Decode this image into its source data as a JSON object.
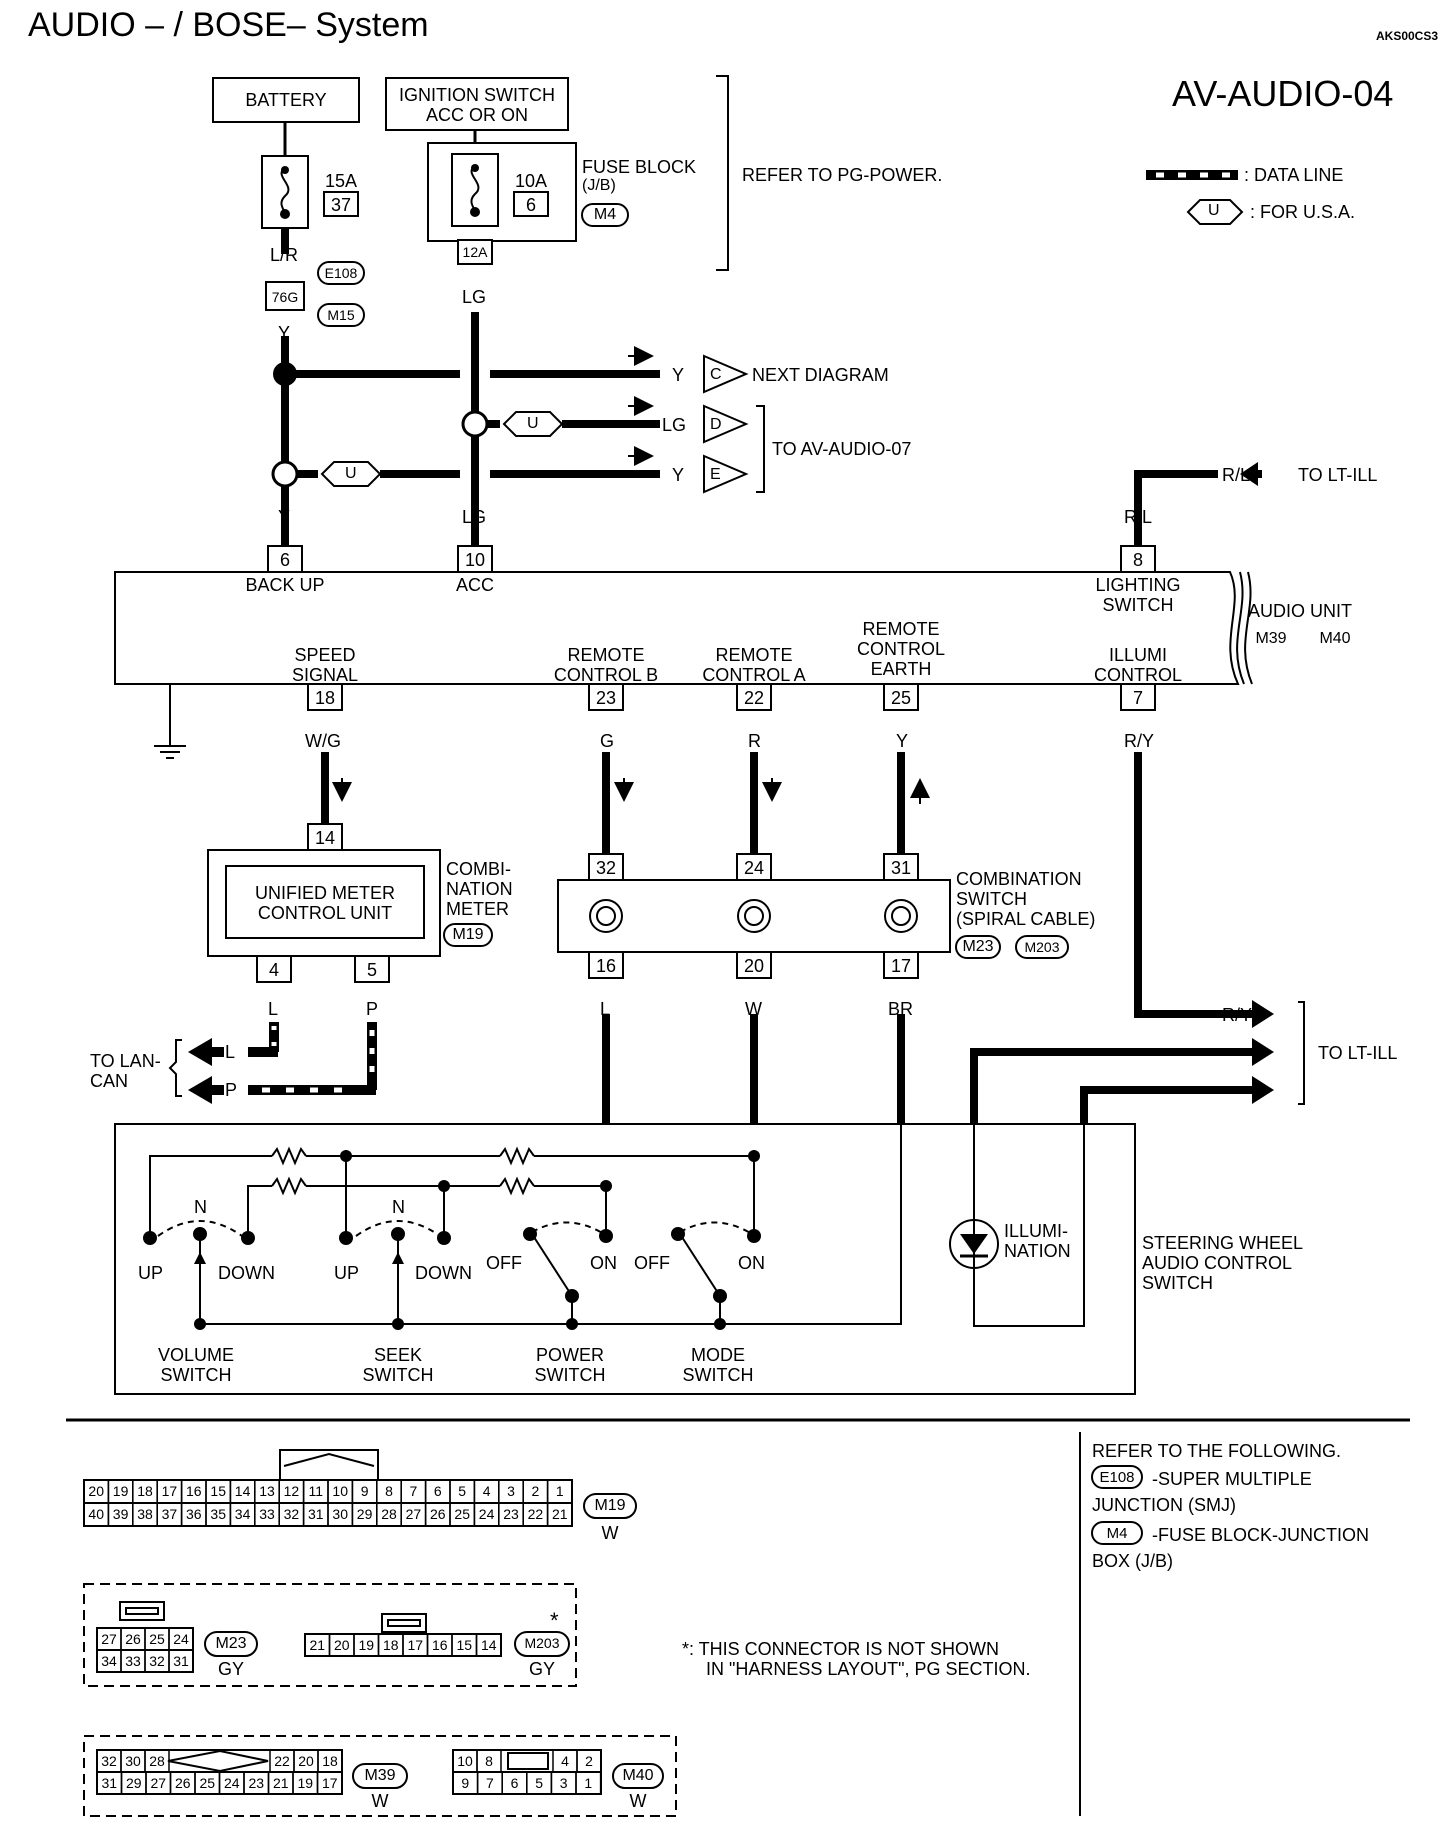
{
  "header": {
    "title": "AUDIO – / BOSE– System",
    "doc_code": "AKS00CS3",
    "diagram_id": "AV-AUDIO-04"
  },
  "legend": {
    "data_line": ": DATA LINE",
    "usa_symbol": "U",
    "usa_text": ": FOR U.S.A."
  },
  "power": {
    "battery": "BATTERY",
    "ignition_line1": "IGNITION SWITCH",
    "ignition_line2": "ACC OR ON",
    "fuse1_amp": "15A",
    "fuse1_num": "37",
    "fuse2_amp": "10A",
    "fuse2_num": "6",
    "fuse_block_line1": "FUSE BLOCK",
    "fuse_block_line2": "(J/B)",
    "fuse_block_conn": "M4",
    "refer_pg": "REFER TO PG-POWER.",
    "conn_12a": "12A",
    "conn_76g": "76G",
    "conn_e108": "E108",
    "conn_m15": "M15"
  },
  "wires": {
    "lr": "L/R",
    "y": "Y",
    "lg": "LG",
    "rl": "R/L",
    "ry": "R/Y",
    "wg": "W/G",
    "g": "G",
    "r": "R",
    "l": "L",
    "p": "P",
    "w": "W",
    "br": "BR"
  },
  "connectors_out": {
    "c": "C",
    "d": "D",
    "e": "E",
    "u": "U",
    "next_diagram": "NEXT DIAGRAM",
    "to_av_audio_07": "TO AV-AUDIO-07",
    "to_lt_ill": "TO LT-ILL",
    "to_lan_line1": "TO LAN-",
    "to_lan_line2": "CAN"
  },
  "audio_unit": {
    "name": "AUDIO UNIT",
    "conn1": "M39",
    "conn2": "M40",
    "pins_top": [
      {
        "num": "6",
        "label": "BACK UP"
      },
      {
        "num": "10",
        "label": "ACC"
      },
      {
        "num": "8",
        "label1": "LIGHTING",
        "label2": "SWITCH"
      }
    ],
    "pins_bottom": [
      {
        "num": "18",
        "label1": "SPEED",
        "label2": "SIGNAL"
      },
      {
        "num": "23",
        "label1": "REMOTE",
        "label2": "CONTROL B"
      },
      {
        "num": "22",
        "label1": "REMOTE",
        "label2": "CONTROL A"
      },
      {
        "num": "25",
        "label1": "REMOTE",
        "label2": "CONTROL",
        "label3": "EARTH"
      },
      {
        "num": "7",
        "label1": "ILLUMI",
        "label2": "CONTROL"
      }
    ]
  },
  "meter": {
    "inner_line1": "UNIFIED METER",
    "inner_line2": "CONTROL UNIT",
    "name_line1": "COMBI-",
    "name_line2": "NATION",
    "name_line3": "METER",
    "conn": "M19",
    "pin_in": "14",
    "pin_l": "4",
    "pin_p": "5"
  },
  "combo_switch": {
    "name_line1": "COMBINATION",
    "name_line2": "SWITCH",
    "name_line3": "(SPIRAL CABLE)",
    "conn1": "M23",
    "conn2": "M203",
    "pins_top": [
      "32",
      "24",
      "31"
    ],
    "pins_bottom": [
      "16",
      "20",
      "17"
    ]
  },
  "steering": {
    "name_line1": "STEERING WHEEL",
    "name_line2": "AUDIO CONTROL",
    "name_line3": "SWITCH",
    "n": "N",
    "up": "UP",
    "down": "DOWN",
    "off": "OFF",
    "on": "ON",
    "illumi_line1": "ILLUMI-",
    "illumi_line2": "NATION",
    "volume_line1": "VOLUME",
    "volume_line2": "SWITCH",
    "seek_line1": "SEEK",
    "seek_line2": "SWITCH",
    "power_line1": "POWER",
    "power_line2": "SWITCH",
    "mode_line1": "MODE",
    "mode_line2": "SWITCH"
  },
  "refer": {
    "title": "REFER TO THE FOLLOWING.",
    "e108_conn": "E108",
    "e108_line1": "-SUPER MULTIPLE",
    "e108_line2": "JUNCTION (SMJ)",
    "m4_conn": "M4",
    "m4_line1": "-FUSE BLOCK-JUNCTION",
    "m4_line2": "BOX (J/B)"
  },
  "footnote": {
    "star": "*",
    "line1": "*: THIS CONNECTOR IS NOT SHOWN",
    "line2": "IN \"HARNESS LAYOUT\", PG SECTION."
  },
  "connector_faces": {
    "m19": {
      "id": "M19",
      "color": "W",
      "row1": [
        "20",
        "19",
        "18",
        "17",
        "16",
        "15",
        "14",
        "13",
        "12",
        "11",
        "10",
        "9",
        "8",
        "7",
        "6",
        "5",
        "4",
        "3",
        "2",
        "1"
      ],
      "row2": [
        "40",
        "39",
        "38",
        "37",
        "36",
        "35",
        "34",
        "33",
        "32",
        "31",
        "30",
        "29",
        "28",
        "27",
        "26",
        "25",
        "24",
        "23",
        "22",
        "21"
      ]
    },
    "m23": {
      "id": "M23",
      "color": "GY",
      "row1": [
        "27",
        "26",
        "25",
        "24"
      ],
      "row2": [
        "34",
        "33",
        "32",
        "31"
      ]
    },
    "m203": {
      "id": "M203",
      "color": "GY",
      "row": [
        "21",
        "20",
        "19",
        "18",
        "17",
        "16",
        "15",
        "14"
      ]
    },
    "m39": {
      "id": "M39",
      "color": "W",
      "row1_left": [
        "32",
        "30",
        "28"
      ],
      "row1_right": [
        "22",
        "20",
        "18"
      ],
      "row2": [
        "31",
        "29",
        "27",
        "26",
        "25",
        "24",
        "23",
        "21",
        "19",
        "17"
      ]
    },
    "m40": {
      "id": "M40",
      "color": "W",
      "row1": [
        "10",
        "8",
        "4",
        "2"
      ],
      "row2": [
        "9",
        "7",
        "6",
        "5",
        "3",
        "1"
      ]
    }
  }
}
